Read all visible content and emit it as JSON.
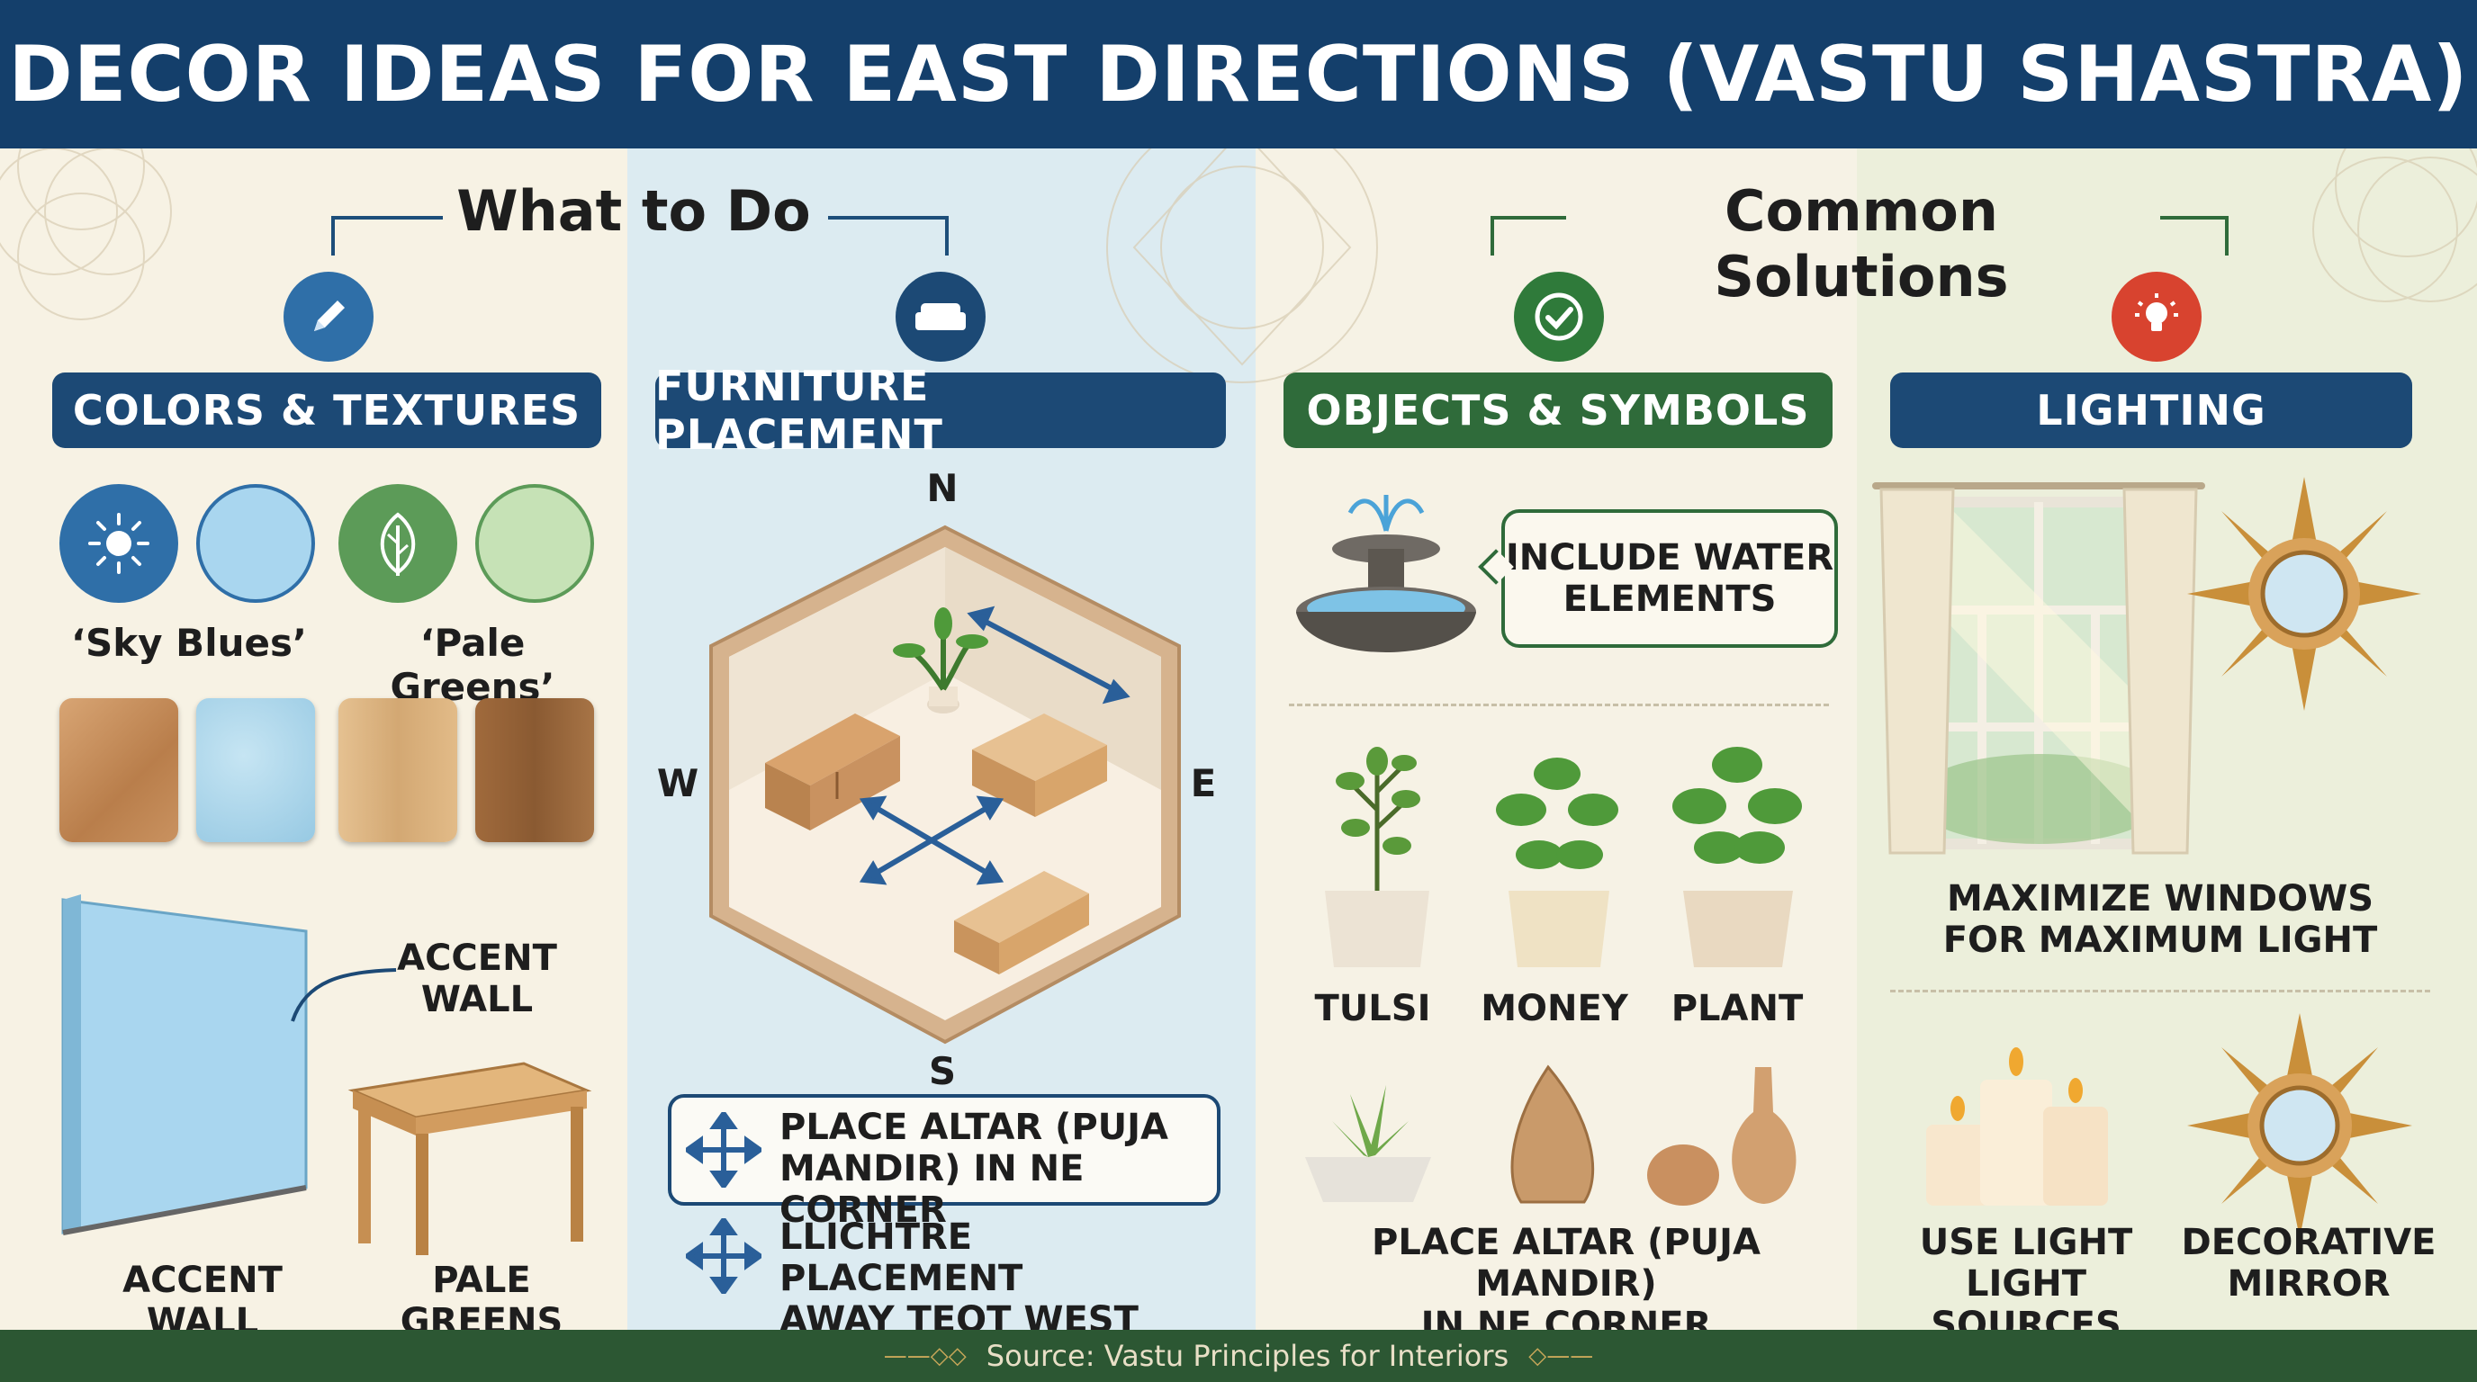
{
  "header": {
    "title": "DECOR IDEAS FOR EAST DIRECTIONS (VASTU SHASTRA)"
  },
  "sections": {
    "what_to_do": "What to Do",
    "common_solutions": "Common Solutions"
  },
  "colors_textures": {
    "label": "COLORS & TEXTURES",
    "swatch_labels": [
      "‘Sky Blues’",
      "‘Pale Greens’"
    ],
    "accent_callout": [
      "ACCENT",
      "WALL"
    ],
    "captions": [
      "ACCENT WALL",
      "PALE GREENS"
    ]
  },
  "furniture": {
    "label": "FURNITURE PLACEMENT",
    "compass": {
      "n": "N",
      "s": "S",
      "e": "E",
      "w": "W"
    },
    "tips": [
      [
        "PLACE ALTAR (PUJA",
        "MANDIR) IN NE CORNER"
      ],
      [
        "LLICHTRE PLACEMENT",
        "AWAY TEOT WEST"
      ]
    ]
  },
  "objects": {
    "label": "OBJECTS & SYMBOLS",
    "water_callout": [
      "INCLUDE WATER",
      "ELEMENTS"
    ],
    "plants": [
      "TULSI",
      "MONEY",
      "PLANT"
    ],
    "altar_caption": [
      "PLACE ALTAR (PUJA MANDIR)",
      "IN NE CORNER"
    ]
  },
  "lighting": {
    "label": "LIGHTING",
    "window_caption": [
      "MAXIMIZE WINDOWS",
      "FOR MAXIMUM LIGHT"
    ],
    "candles_caption": [
      "USE LIGHT",
      "LIGHT SOURCES"
    ],
    "mirror_caption": [
      "DECORATIVE",
      "MIRROR"
    ]
  },
  "footer": {
    "source": "Source: Vastu Principles for Interiors"
  },
  "colors": {
    "navy": "#143f6b",
    "green": "#2f6b3a",
    "sky_blue": "#a9d6ef",
    "pale_green": "#c6e2b6",
    "red_icon": "#d8432f"
  },
  "icons": [
    "pencil-icon",
    "sofa-icon",
    "check-icon",
    "lightbulb-icon",
    "sun-icon",
    "leaf-icon",
    "move-arrows-icon"
  ]
}
